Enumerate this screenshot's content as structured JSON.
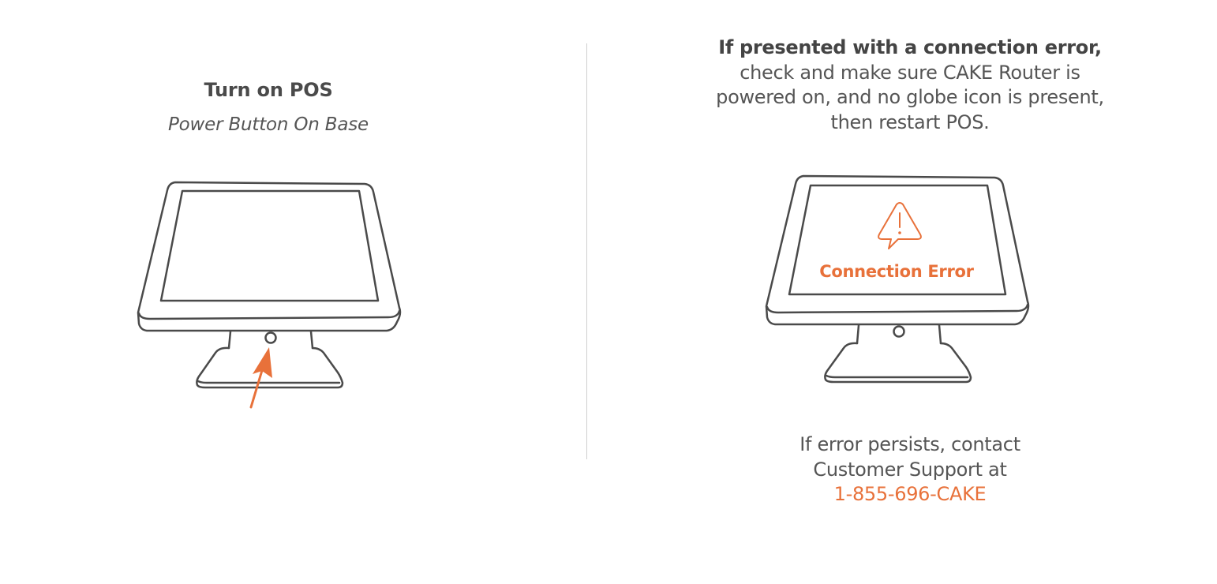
{
  "left_panel": {
    "title": "Turn on POS",
    "subtitle": "Power Button On Base"
  },
  "right_panel": {
    "instruction_bold": "If presented with a connection error,",
    "instruction_rest": "check and make sure CAKE Router is powered on, and no globe icon is present, then restart POS.",
    "screen_message": "Connection Error",
    "support_line1": "If error persists, contact",
    "support_line2": "Customer Support at",
    "support_phone": "1-855-696-CAKE"
  },
  "icons": {
    "left_illustration": "pos-terminal-icon",
    "power_arrow": "arrow-icon",
    "right_illustration": "pos-terminal-icon",
    "warning": "warning-triangle-icon"
  },
  "colors": {
    "accent": "#e8713a",
    "outline": "#4a4a4a",
    "text": "#555555",
    "divider": "#cfcfcf"
  }
}
